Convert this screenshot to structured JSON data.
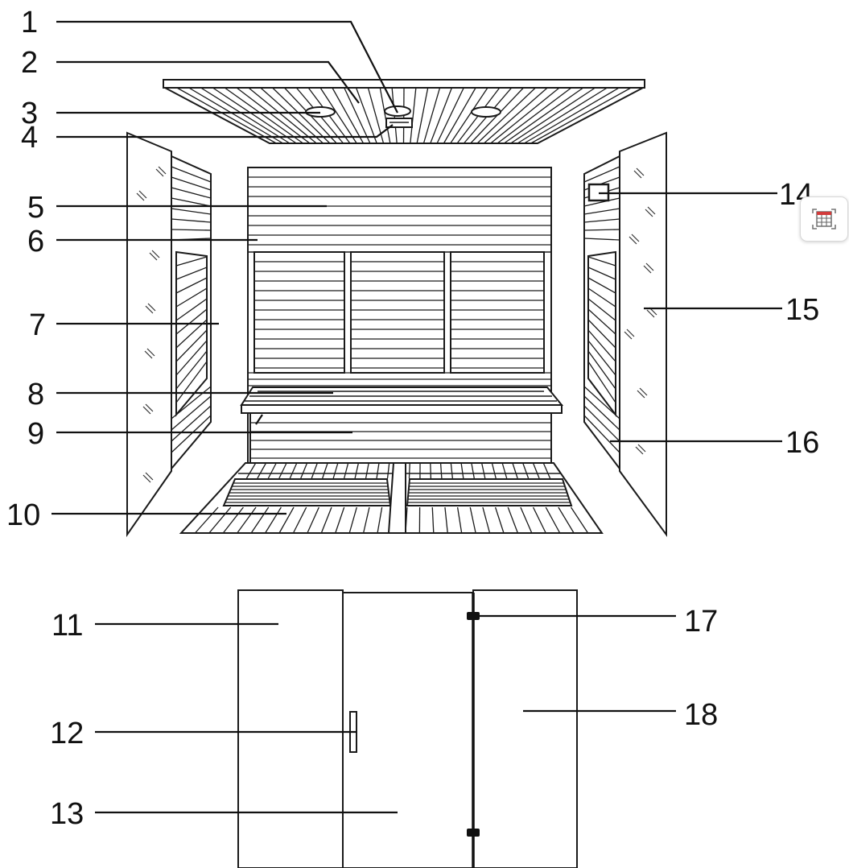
{
  "callouts": {
    "c1": "1",
    "c2": "2",
    "c3": "3",
    "c4": "4",
    "c5": "5",
    "c6": "6",
    "c7": "7",
    "c8": "8",
    "c9": "9",
    "c10": "10",
    "c11": "11",
    "c12": "12",
    "c13": "13",
    "c14": "14",
    "c15": "15",
    "c16": "16",
    "c17": "17",
    "c18": "18"
  },
  "toolbar": {
    "icon": "calculator-icon",
    "accent": "#d23b3b"
  },
  "colors": {
    "line": "#1a1a1a",
    "background": "#ffffff"
  }
}
